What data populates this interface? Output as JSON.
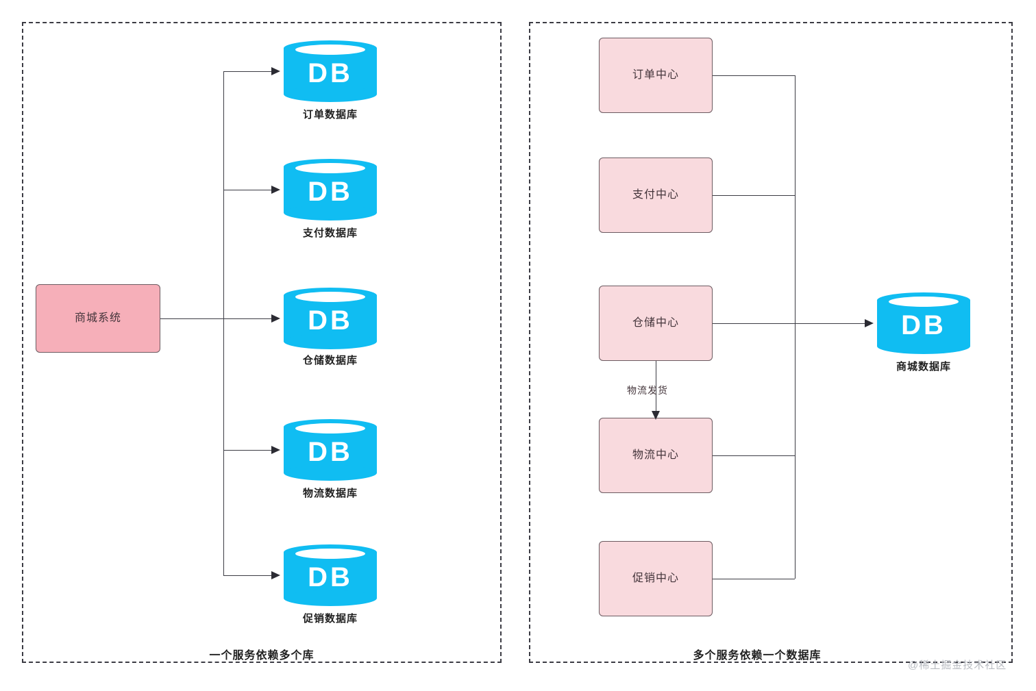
{
  "diagram": {
    "title_left": "一个服务依赖多个库",
    "title_right": "多个服务依赖一个数据库",
    "watermark": "@稀土掘金技术社区",
    "db_glyph": "DB",
    "colors": {
      "db_cylinder": "#10bdf2",
      "box_dark_pink": "#f6afb9",
      "box_light_pink": "#f9dade",
      "box_border": "#6b5a60",
      "connector": "#3b3b43",
      "frame_dash": "#3b3b43",
      "watermark": "#b9bcc2"
    }
  },
  "left_panel": {
    "caption": "一个服务依赖多个库",
    "source": {
      "label": "商城系统"
    },
    "databases": [
      {
        "label": "订单数据库"
      },
      {
        "label": "支付数据库"
      },
      {
        "label": "仓储数据库"
      },
      {
        "label": "物流数据库"
      },
      {
        "label": "促销数据库"
      }
    ]
  },
  "right_panel": {
    "caption": "多个服务依赖一个数据库",
    "services": [
      {
        "label": "订单中心"
      },
      {
        "label": "支付中心"
      },
      {
        "label": "仓储中心"
      },
      {
        "label": "物流中心"
      },
      {
        "label": "促销中心"
      }
    ],
    "edge_label": "物流发货",
    "database": {
      "label": "商城数据库"
    }
  }
}
